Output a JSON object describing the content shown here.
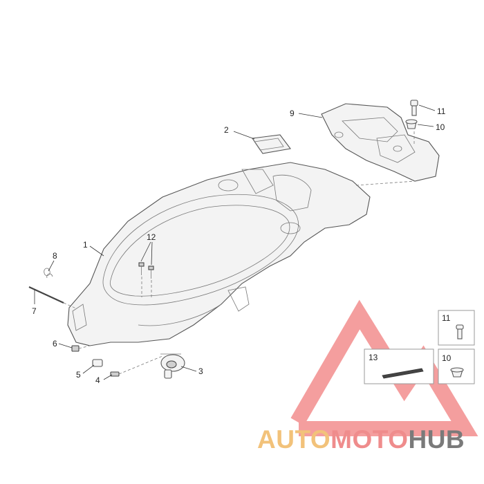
{
  "callouts": {
    "c1": "1",
    "c2": "2",
    "c3": "3",
    "c4": "4",
    "c5": "5",
    "c6": "6",
    "c7": "7",
    "c8": "8",
    "c9": "9",
    "c10": "10",
    "c11": "11",
    "c12": "12"
  },
  "inset_boxes": {
    "box_11": "11",
    "box_10": "10",
    "box_13": "13"
  },
  "watermark": {
    "part1": "AUTO",
    "part2": "MOTO",
    "part3": "HUB",
    "colors": {
      "auto": "#f2c27a",
      "moto": "#ef8c8c",
      "hub": "#7a7a7a",
      "logo": "#f28d8d"
    }
  }
}
